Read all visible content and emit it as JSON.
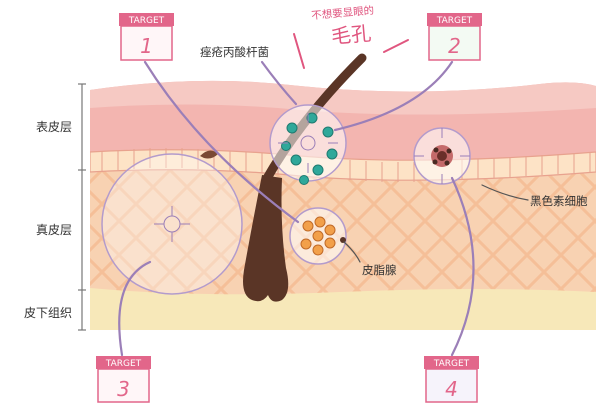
{
  "header": {
    "subtitle": "不想要显眼的",
    "title": "毛孔"
  },
  "layers": {
    "epidermis": "表皮层",
    "dermis": "真皮层",
    "subcutaneous": "皮下组织"
  },
  "labels": {
    "acne_bacteria": "痤疮丙酸杆菌",
    "melanocyte": "黑色素细胞",
    "sebaceous_gland": "皮脂腺"
  },
  "targets": [
    {
      "label": "TARGET",
      "number": "1"
    },
    {
      "label": "TARGET",
      "number": "2"
    },
    {
      "label": "TARGET",
      "number": "3"
    },
    {
      "label": "TARGET",
      "number": "4"
    }
  ],
  "colors": {
    "accent_pink": "#e0567f",
    "target_header": "#e2668a",
    "leader_line": "#9b7fb8",
    "hair": "#5a3526",
    "bacteria": "#2fa89a",
    "fat_layer": "#f7e8b9",
    "dermis": "#f8d2b2",
    "epidermis": "#f3b5b0"
  }
}
